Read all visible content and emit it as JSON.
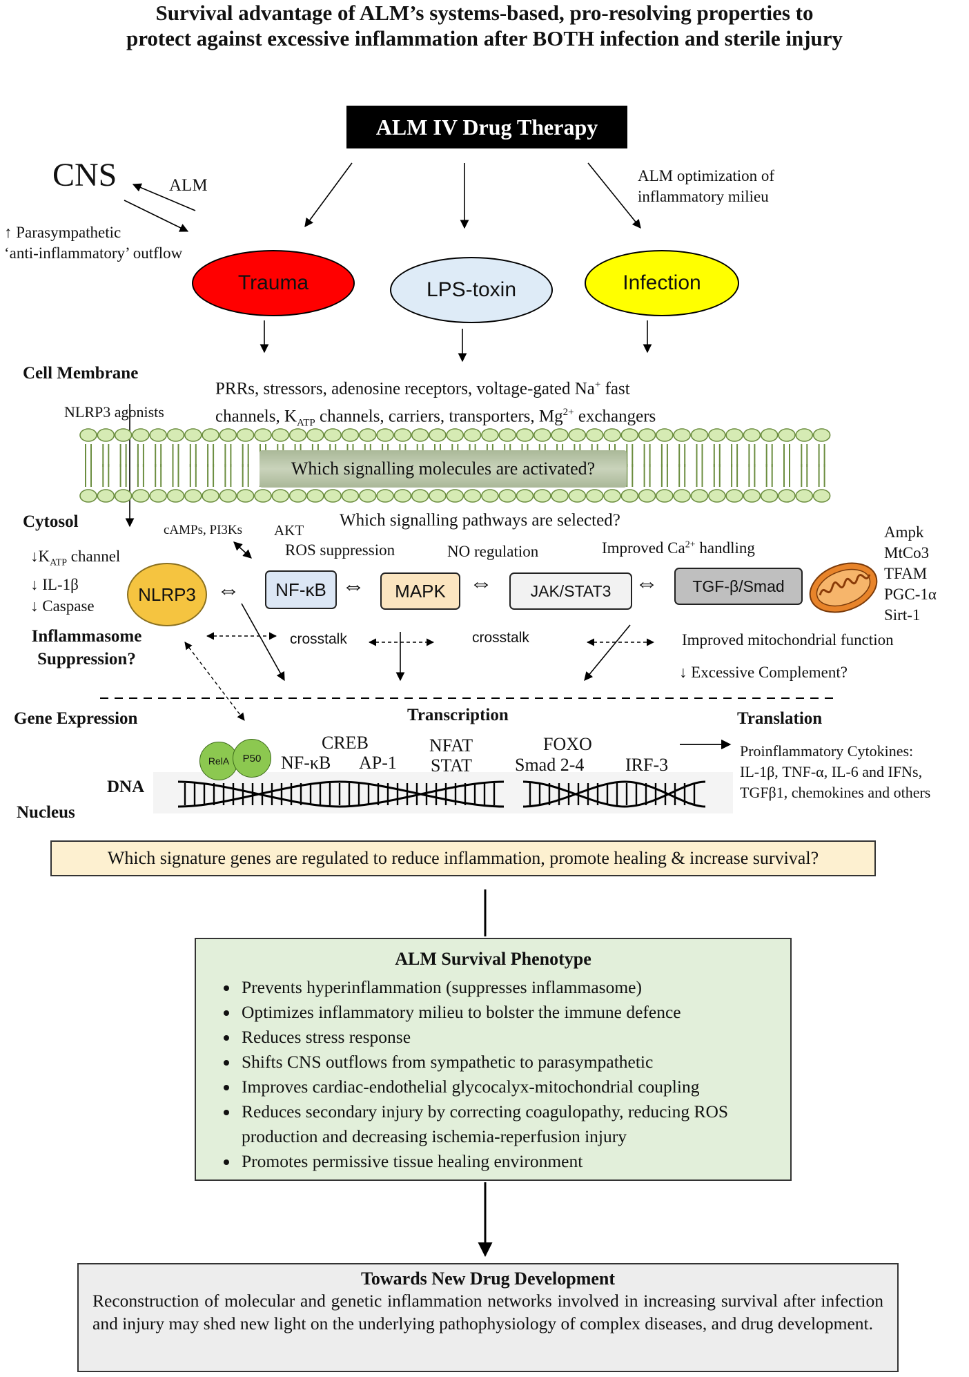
{
  "title": {
    "line1": "Survival advantage of ALM’s systems-based, pro-resolving properties to",
    "line2": "protect against excessive inflammation after BOTH infection and sterile injury"
  },
  "drug_box": "ALM IV Drug Therapy",
  "cns": {
    "label": "CNS",
    "alm": "ALM",
    "outflow_line1": "↑ Parasympathetic",
    "outflow_line2": "‘anti-inflammatory’ outflow"
  },
  "milieu": {
    "line1": "ALM optimization of",
    "line2": "inflammatory milieu"
  },
  "stimuli": {
    "trauma": "Trauma",
    "lps": "LPS-toxin",
    "infection": "Infection"
  },
  "membrane": {
    "heading": "Cell Membrane",
    "receptors_line1_a": "PRRs, stressors, adenosine receptors, voltage-gated Na",
    "receptors_line1_sup": "+",
    "receptors_line1_b": " fast",
    "receptors_line2_a": "channels, K",
    "receptors_line2_sub": "ATP",
    "receptors_line2_b": " channels, carriers, transporters, Mg",
    "receptors_line2_sup": "2+",
    "receptors_line2_c": " exchangers",
    "nlrp3_agonists": "NLRP3 agonists",
    "question": "Which signalling molecules are activated?"
  },
  "cytosol": {
    "heading": "Cytosol",
    "pathways_question": "Which signalling pathways are selected?",
    "camp": "cAMPs, PI3Ks",
    "akt": "AKT",
    "katp_a": "↓K",
    "katp_sub": "ATP",
    "katp_b": " channel",
    "il1b": "↓ IL-1β",
    "caspase": "↓ Caspase",
    "ros": "ROS suppression",
    "no": "NO regulation",
    "ca_a": "Improved Ca",
    "ca_sup": "2+",
    "ca_b": " handling",
    "mito_markers": [
      "Ampk",
      "MtCo3",
      "TFAM",
      "PGC-1α",
      "Sirt-1"
    ],
    "inflammasome_line1": "Inflammasome",
    "inflammasome_line2": "Suppression?",
    "crosstalk1": "crosstalk",
    "crosstalk2": "crosstalk",
    "mito_function": "Improved mitochondrial function",
    "complement": "↓ Excessive Complement?"
  },
  "pathways": {
    "nlrp3": "NLRP3",
    "nfkb": "NF-κB",
    "mapk": "MAPK",
    "jak": "JAK/STAT3",
    "tgf": "TGF-β/Smad",
    "arrow": "⇔"
  },
  "nucleus": {
    "gene_expression": "Gene Expression",
    "transcription": "Transcription",
    "translation": "Translation",
    "dna": "DNA",
    "nucleus": "Nucleus",
    "rela": "RelA",
    "p50": "P50",
    "nfkb": "NF-κB",
    "creb": "CREB",
    "ap1": "AP-1",
    "nfat": "NFAT",
    "stat": "STAT",
    "foxo": "FOXO",
    "smad": "Smad 2-4",
    "irf3": "IRF-3",
    "cytokines": [
      "Proinflammatory Cytokines:",
      "IL-1β, TNF-α, IL-6 and IFNs,",
      "TGFβ1, chemokines and others"
    ]
  },
  "signature_question": "Which signature genes are regulated to reduce inflammation, promote healing & increase survival?",
  "phenotype": {
    "title": "ALM Survival Phenotype",
    "items": [
      "Prevents hyperinflammation (suppresses inflammasome)",
      "Optimizes inflammatory milieu to bolster the immune defence",
      "Reduces stress response",
      "Shifts CNS outflows from sympathetic to parasympathetic",
      "Improves cardiac-endothelial glycocalyx-mitochondrial coupling",
      "Reduces secondary injury by correcting coagulopathy, reducing ROS production and decreasing ischemia-reperfusion injury",
      "Promotes permissive tissue healing environment"
    ]
  },
  "development": {
    "title": "Towards New Drug Development",
    "body": "Reconstruction of molecular and genetic inflammation networks involved in increasing survival after infection and injury may shed new light on the underlying pathophysiology of complex diseases, and drug development."
  },
  "colors": {
    "trauma": "#ff0000",
    "lps": "#deebf7",
    "infection": "#ffff00",
    "nlrp3": "#f5c440",
    "nfkb": "#dce7f5",
    "mapk": "#fbe5c0",
    "jak": "#f2f2f2",
    "tgf": "#bfbfbf",
    "lipid": "#d6ebb4",
    "phenotype_bg": "#e2efda",
    "signature_bg": "#fdf0d0",
    "development_bg": "#ededed"
  }
}
